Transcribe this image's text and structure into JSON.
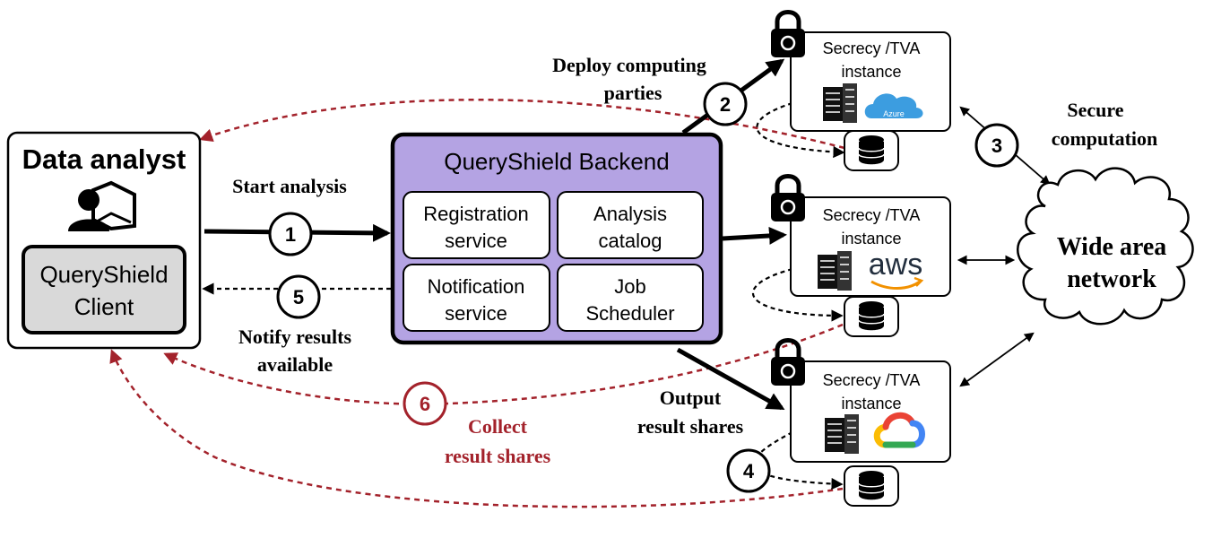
{
  "analyst": {
    "title": "Data analyst",
    "client_line1": "QueryShield",
    "client_line2": "Client"
  },
  "backend": {
    "title": "QueryShield Backend",
    "services": [
      {
        "line1": "Registration",
        "line2": "service"
      },
      {
        "line1": "Analysis",
        "line2": "catalog"
      },
      {
        "line1": "Notification",
        "line2": "service"
      },
      {
        "line1": "Job",
        "line2": "Scheduler"
      }
    ]
  },
  "instances": [
    {
      "line1": "Secrecy /TVA",
      "line2": "instance",
      "cloud": "Azure",
      "cloud_icon": "azure-cloud-icon"
    },
    {
      "line1": "Secrecy /TVA",
      "line2": "instance",
      "cloud": "aws",
      "cloud_icon": "aws-logo-icon"
    },
    {
      "line1": "Secrecy /TVA",
      "line2": "instance",
      "cloud": "",
      "cloud_icon": "google-cloud-icon"
    }
  ],
  "network": {
    "line1": "Wide area",
    "line2": "network"
  },
  "steps": {
    "s1": "1",
    "s2": "2",
    "s3": "3",
    "s4": "4",
    "s5": "5",
    "s6": "6"
  },
  "labels": {
    "start_analysis": "Start analysis",
    "deploy_line1": "Deploy computing",
    "deploy_line2": "parties",
    "secure_line1": "Secure",
    "secure_line2": "computation",
    "notify_line1": "Notify results",
    "notify_line2": "available",
    "output_line1": "Output",
    "output_line2": "result shares",
    "collect_line1": "Collect",
    "collect_line2": "result shares"
  },
  "colors": {
    "backend_fill": "#b4a3e3",
    "client_fill": "#d9d9d9",
    "collect_red": "#a3222b"
  }
}
